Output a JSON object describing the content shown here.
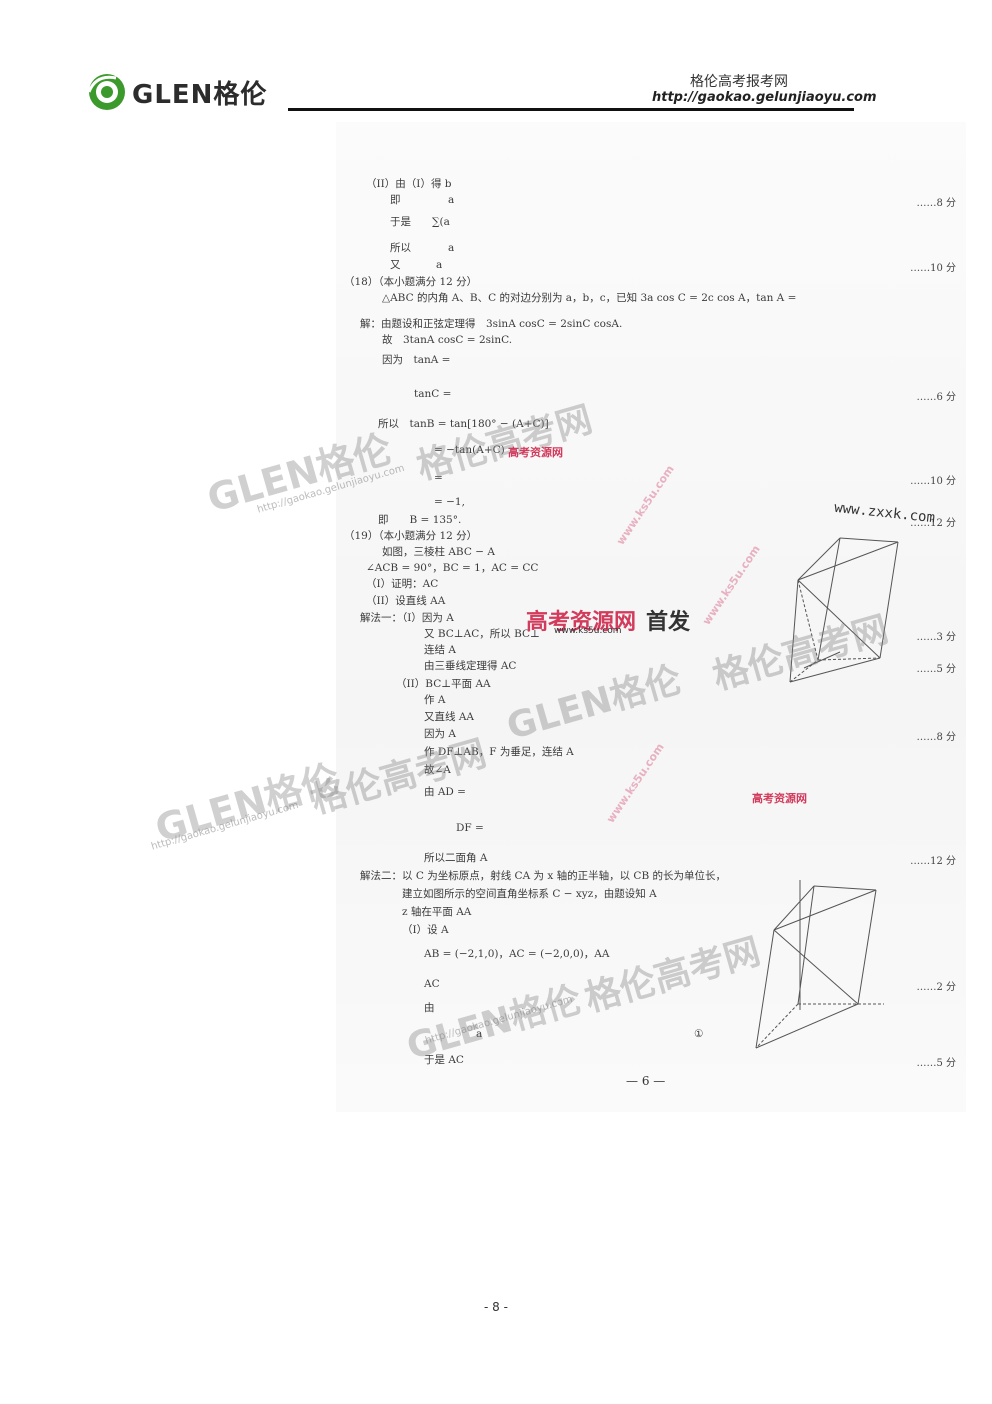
{
  "header": {
    "logo_text": "GLEN格伦",
    "site_name": "格伦高考报考网",
    "site_url": "http://gaokao.gelunjiaoyu.com"
  },
  "colors": {
    "logo_green": "#3c9a2c",
    "rule": "#111111",
    "watermark_pink": "#d23b5c"
  },
  "icons": [
    "glen-swirl-logo-icon"
  ],
  "scan": {
    "lines": [
      "（II）由（I）得 b",
      "即",
      "a",
      "于是",
      "∑(a",
      "所以",
      "a",
      "又",
      "a",
      "（18）（本小题满分 12 分）",
      "△ABC 的内角 A、B、C 的对边分别为 a，b，c，已知 3a cos C = 2c cos A，tan A =",
      "解：由题设和正弦定理得　3sinA cosC = 2sinC cosA.",
      "故　3tanA cosC = 2sinC.",
      "因为　tanA =",
      "tanC =",
      "所以　tanB = tan[180° − (A+C)]",
      "= −tan(A+C)",
      "=",
      "= −1,",
      "即　　B = 135°.",
      "（19）（本小题满分 12 分）",
      "如图，三棱柱 ABC − A",
      "∠ACB = 90°，BC = 1，AC = CC",
      "（I）证明：AC",
      "（II）设直线 AA",
      "解法一：（I）因为 A",
      "又 BC⊥AC，所以 BC⊥",
      "连结 A",
      "由三垂线定理得 AC",
      "（II）BC⊥平面 AA",
      "作 A",
      "又直线 AA",
      "因为 A",
      "作 DF⊥AB，F 为垂足，连结 A",
      "故∠A",
      "由 AD =",
      "DF =",
      "所以二面角 A",
      "解法二：以 C 为坐标原点，射线 CA 为 x 轴的正半轴，以 CB 的长为单位长，",
      "建立如图所示的空间直角坐标系 C − xyz，由题设知 A",
      "z 轴在平面 AA",
      "（I）设 A",
      "AB = (−2,1,0)，AC = (−2,0,0)，AA",
      "AC",
      "由",
      "a",
      "①",
      "于是 AC"
    ],
    "scores": [
      "……8 分",
      "……10 分",
      "……6 分",
      "……10 分",
      "……12 分",
      "……3 分",
      "……5 分",
      "……8 分",
      "……12 分",
      "……2 分",
      "……5 分"
    ],
    "inner_page_number": "— 6 —"
  },
  "watermarks": {
    "glen_brand": "GLEN格伦",
    "glen_cn": "格伦高考网",
    "glen_url": "http://gaokao.gelunjiaoyu.com",
    "ks5u_url": "www.ks5u.com",
    "gkzy_banner": "高考资源网",
    "gkzy_shoufa": "首发",
    "zxxk": "www.zxxk.com"
  },
  "footer": {
    "page_number": "- 8 -"
  }
}
